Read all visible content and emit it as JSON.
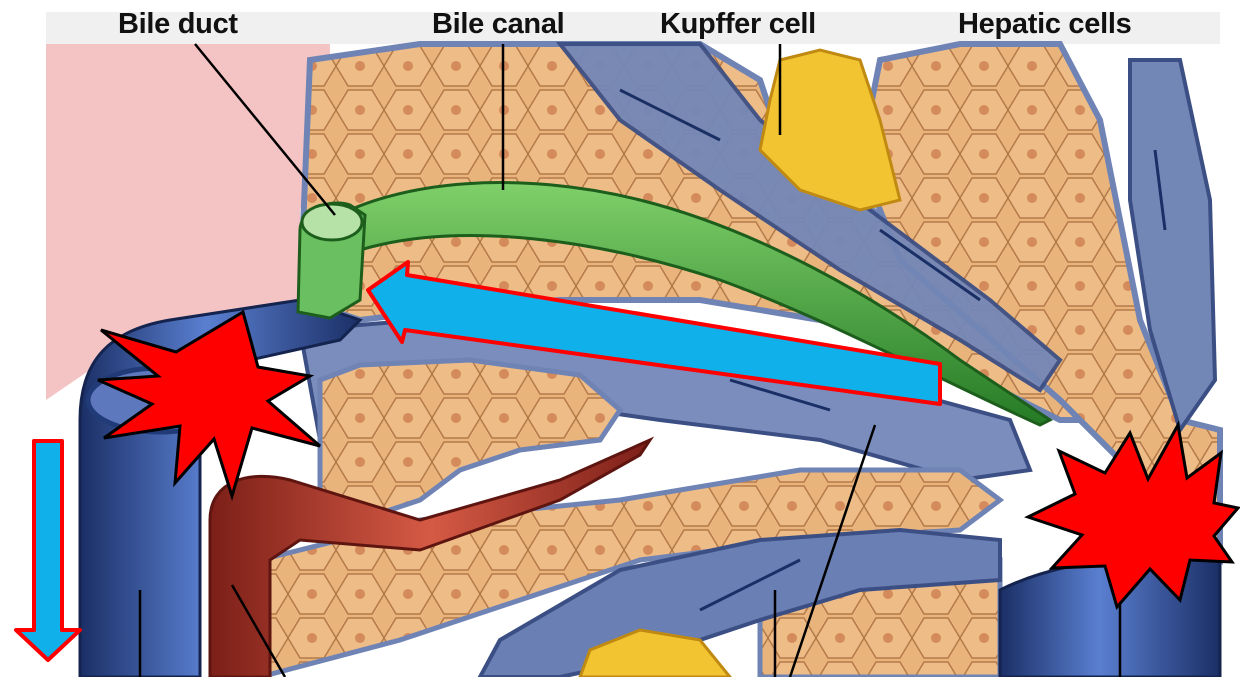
{
  "labels": {
    "bile_duct": "Bile duct",
    "bile_canal": "Bile canal",
    "kupffer_cell": "Kupffer cell",
    "hepatic_cells": "Hepatic cells"
  },
  "colors": {
    "tissue_fill": "#e7b27a",
    "tissue_outline": "#b07447",
    "vessel_blue": "#3f5fa8",
    "vessel_dark": "#1f3570",
    "sinusoid": "#6f84b5",
    "bile_green": "#3ca03a",
    "artery_red": "#b6332a",
    "kupffer_yellow": "#f2c431",
    "annotation_blue": "#10b0ea",
    "annotation_red": "#ff0000",
    "background_pink": "#f4c4c4"
  },
  "annotations": {
    "arrows": [
      "flow-arrow-left",
      "flow-arrow-down"
    ],
    "bursts": [
      "burst-left",
      "burst-right"
    ]
  }
}
